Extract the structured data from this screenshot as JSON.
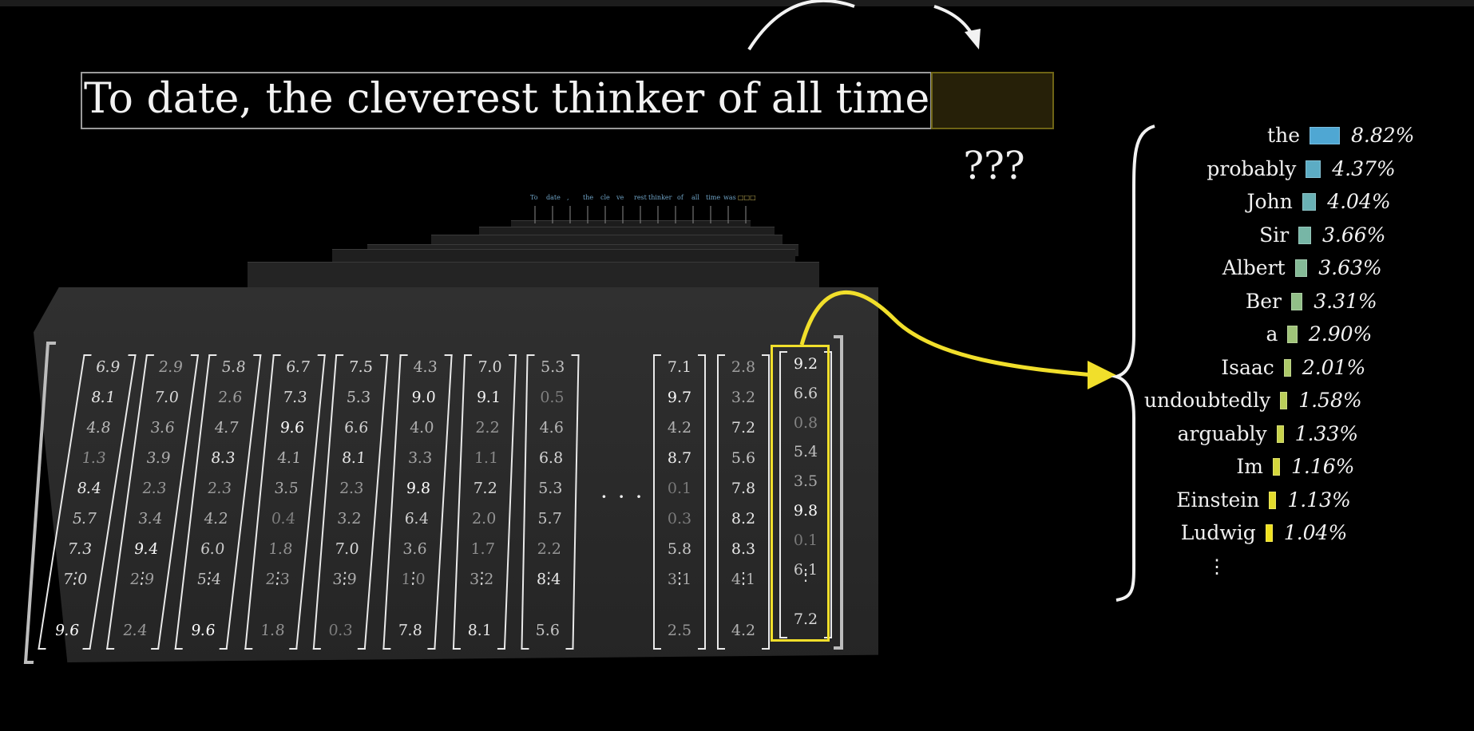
{
  "sentence": {
    "text": "To date, the cleverest thinker of all time was",
    "unknown": "???"
  },
  "mini_tokens": [
    "To",
    "date",
    ",",
    "the",
    "cle",
    "ve",
    "rest",
    "thinker",
    "of",
    "all",
    "time",
    "was"
  ],
  "colors": {
    "background": "#000000",
    "highlight": "#f1df2b",
    "blank_fill": "#262008",
    "bar_top": "#4fa7d3",
    "bar_bottom": "#f0e11e"
  },
  "icons": {
    "loop_arrow": "curved-arrow-icon",
    "pointer_arrow": "yellow-curve-arrow-icon",
    "brace": "curly-brace-icon"
  },
  "matrix": {
    "columns": [
      [
        "6.9",
        "8.1",
        "4.8",
        "1.3",
        "8.4",
        "5.7",
        "7.3",
        "7.0",
        "9.6"
      ],
      [
        "2.9",
        "7.0",
        "3.6",
        "3.9",
        "2.3",
        "3.4",
        "9.4",
        "2.9",
        "2.4"
      ],
      [
        "5.8",
        "2.6",
        "4.7",
        "8.3",
        "2.3",
        "4.2",
        "6.0",
        "5.4",
        "9.6"
      ],
      [
        "6.7",
        "7.3",
        "9.6",
        "4.1",
        "3.5",
        "0.4",
        "1.8",
        "2.3",
        "1.8"
      ],
      [
        "7.5",
        "5.3",
        "6.6",
        "8.1",
        "2.3",
        "3.2",
        "7.0",
        "3.9",
        "0.3"
      ],
      [
        "4.3",
        "9.0",
        "4.0",
        "3.3",
        "9.8",
        "6.4",
        "3.6",
        "1.0",
        "7.8"
      ],
      [
        "7.0",
        "9.1",
        "2.2",
        "1.1",
        "7.2",
        "2.0",
        "1.7",
        "3.2",
        "8.1"
      ],
      [
        "5.3",
        "0.5",
        "4.6",
        "6.8",
        "5.3",
        "5.7",
        "2.2",
        "8.4",
        "5.6"
      ],
      [
        "7.1",
        "9.7",
        "4.2",
        "8.7",
        "0.1",
        "0.3",
        "5.8",
        "3.1",
        "2.5"
      ],
      [
        "2.8",
        "3.2",
        "7.2",
        "5.6",
        "7.8",
        "8.2",
        "8.3",
        "4.1",
        "4.2"
      ],
      [
        "9.2",
        "6.6",
        "0.8",
        "5.4",
        "3.5",
        "9.8",
        "0.1",
        "6.1",
        "7.2"
      ]
    ],
    "ellipsis": "· · ·",
    "vertical_ellipsis": "⋮"
  },
  "predictions": [
    {
      "word": "the",
      "pct": "8.82%",
      "value": 8.82
    },
    {
      "word": "probably",
      "pct": "4.37%",
      "value": 4.37
    },
    {
      "word": "John",
      "pct": "4.04%",
      "value": 4.04
    },
    {
      "word": "Sir",
      "pct": "3.66%",
      "value": 3.66
    },
    {
      "word": "Albert",
      "pct": "3.63%",
      "value": 3.63
    },
    {
      "word": "Ber",
      "pct": "3.31%",
      "value": 3.31
    },
    {
      "word": "a",
      "pct": "2.90%",
      "value": 2.9
    },
    {
      "word": "Isaac",
      "pct": "2.01%",
      "value": 2.01
    },
    {
      "word": "undoubtedly",
      "pct": "1.58%",
      "value": 1.58
    },
    {
      "word": "arguably",
      "pct": "1.33%",
      "value": 1.33
    },
    {
      "word": "Im",
      "pct": "1.16%",
      "value": 1.16
    },
    {
      "word": "Einstein",
      "pct": "1.13%",
      "value": 1.13
    },
    {
      "word": "Ludwig",
      "pct": "1.04%",
      "value": 1.04
    }
  ],
  "predictions_more": "⋮"
}
